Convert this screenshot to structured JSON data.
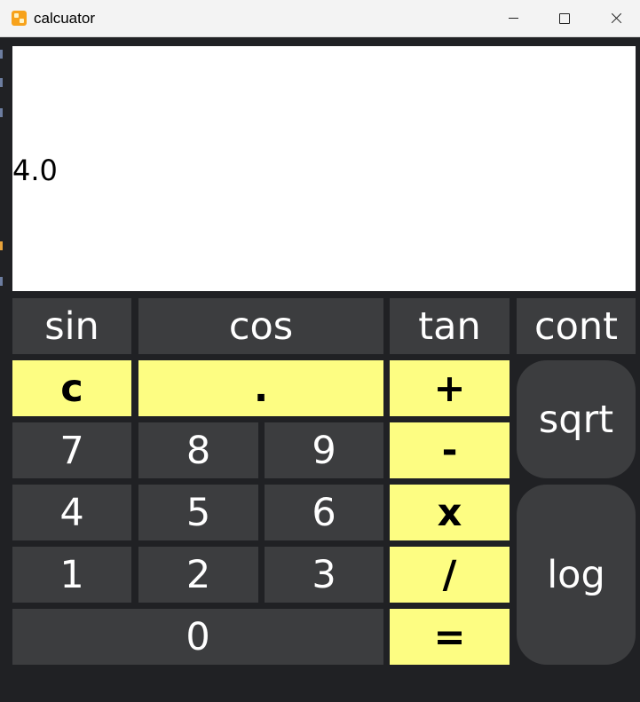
{
  "window": {
    "title": "calcuator"
  },
  "display": {
    "value": "4.0"
  },
  "keys": {
    "sin": "sin",
    "cos": "cos",
    "tan": "tan",
    "cont": "cont",
    "c": "c",
    "dot": ".",
    "plus": "+",
    "sqrt": "sqrt",
    "seven": "7",
    "eight": "8",
    "nine": "9",
    "minus": "-",
    "four": "4",
    "five": "5",
    "six": "6",
    "multiply": "x",
    "log": "log",
    "one": "1",
    "two": "2",
    "three": "3",
    "divide": "/",
    "zero": "0",
    "equals": "="
  },
  "colors": {
    "background": "#202124",
    "key": "#3c3d3f",
    "operator_key": "#fdfd82",
    "display": "#ffffff"
  }
}
